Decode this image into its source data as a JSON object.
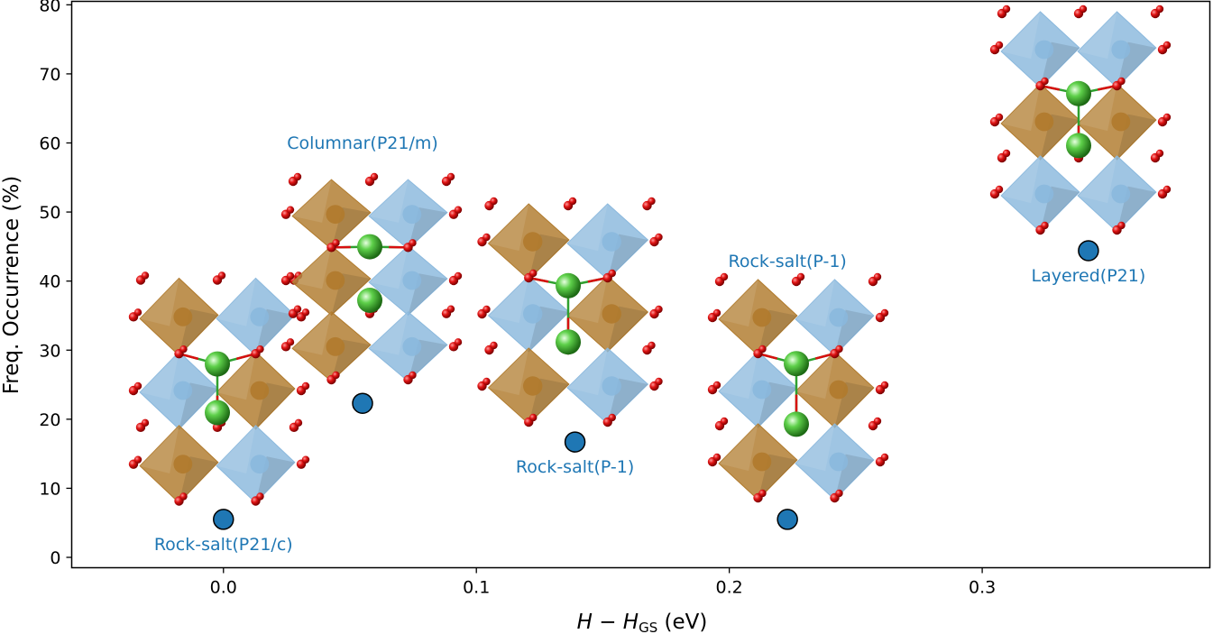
{
  "chart_data": {
    "type": "scatter",
    "title": "",
    "xlabel_prefix": "H − H",
    "xlabel_sub": "GS",
    "xlabel_suffix": " (eV)",
    "ylabel": "Freq. Occurrence (%)",
    "xlim": [
      -0.06,
      0.39
    ],
    "ylim": [
      -1.5,
      80.5
    ],
    "xticks": [
      0.0,
      0.1,
      0.2,
      0.3
    ],
    "xtick_labels": [
      "0.0",
      "0.1",
      "0.2",
      "0.3"
    ],
    "yticks": [
      0,
      10,
      20,
      30,
      40,
      50,
      60,
      70,
      80
    ],
    "ytick_labels": [
      "0",
      "10",
      "20",
      "30",
      "40",
      "50",
      "60",
      "70",
      "80"
    ],
    "grid": false,
    "marker_color": "#1f77b4",
    "edge_color": "#000000",
    "points": [
      {
        "x": 0.0,
        "y": 5.5,
        "label": "Rock-salt(P21/c)",
        "label_pos": "below"
      },
      {
        "x": 0.055,
        "y": 22.3,
        "label": "Columnar(P21/m)",
        "label_pos": "above"
      },
      {
        "x": 0.139,
        "y": 16.7,
        "label": "Rock-salt(P-1)",
        "label_pos": "below"
      },
      {
        "x": 0.223,
        "y": 5.5,
        "label": "Rock-salt(P-1)",
        "label_pos": "above"
      },
      {
        "x": 0.342,
        "y": 44.4,
        "label": "Layered(P21)",
        "label_pos": "below"
      }
    ]
  },
  "colors": {
    "octahedron_brown": "#b07a2c",
    "octahedron_blue": "#8ab8dd",
    "oxygen": "#d80f0f",
    "cation": "#4fc33b",
    "bond_green": "#2fa02f"
  }
}
